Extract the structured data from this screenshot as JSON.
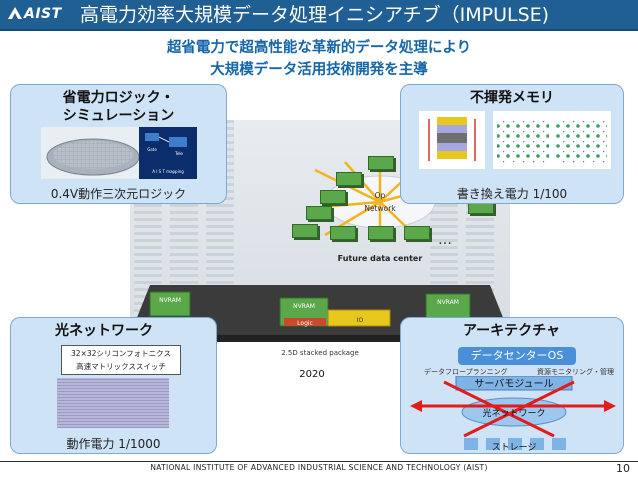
{
  "header": {
    "logo_text": "AIST",
    "title": "高電力効率大規模データ処理イニシアチブ（IMPULSE)"
  },
  "subtitle": {
    "line1": "超省電力で超高性能な革新的データ処理により",
    "line2": "大規模データ活用技術開発を主導"
  },
  "center": {
    "network_label_1": "Op",
    "network_label_2": "Network",
    "ellipsis": "…",
    "future_dc_label": "Future data center",
    "package_label": "2.5D stacked package",
    "year_label": "2020",
    "chip_labels": [
      "NVRAM",
      "NVRAM",
      "Logic",
      "IO",
      "NVRAM"
    ]
  },
  "panels": {
    "logic": {
      "title_line1": "省電力ロジック・",
      "title_line2": "シミュレーション",
      "caption": "0.4V動作三次元ロジック",
      "image_labels": [
        "Gate",
        "Tele",
        "A I S T  mapping"
      ]
    },
    "memory": {
      "title": "不揮発メモリ",
      "caption": "書き換え電力 1/100"
    },
    "optical": {
      "title": "光ネットワーク",
      "box_line1": "32×32シリコンフォトニクス",
      "box_line2": "高速マトリックススイッチ",
      "caption": "動作電力 1/1000"
    },
    "architecture": {
      "title": "アーキテクチャ",
      "os_label": "データセンターOS",
      "left_label": "データフロープランニング",
      "right_label": "資源モニタリング・管理",
      "module_label": "サーバモジュール",
      "network_label": "光ネットワーク",
      "storage_label": "ストレージ"
    }
  },
  "footer": {
    "text": "NATIONAL INSTITUTE OF  ADVANCED INDUSTRIAL SCIENCE AND TECHNOLOGY (AIST)",
    "page_number": "10"
  },
  "colors": {
    "header_bg": "#1f5f93",
    "subtitle": "#1565a8",
    "panel_bg": "#cfe3f7",
    "chip_green": "#5aa84a",
    "arrow_red": "#e21b1b",
    "os_blue": "#4a90d9"
  }
}
